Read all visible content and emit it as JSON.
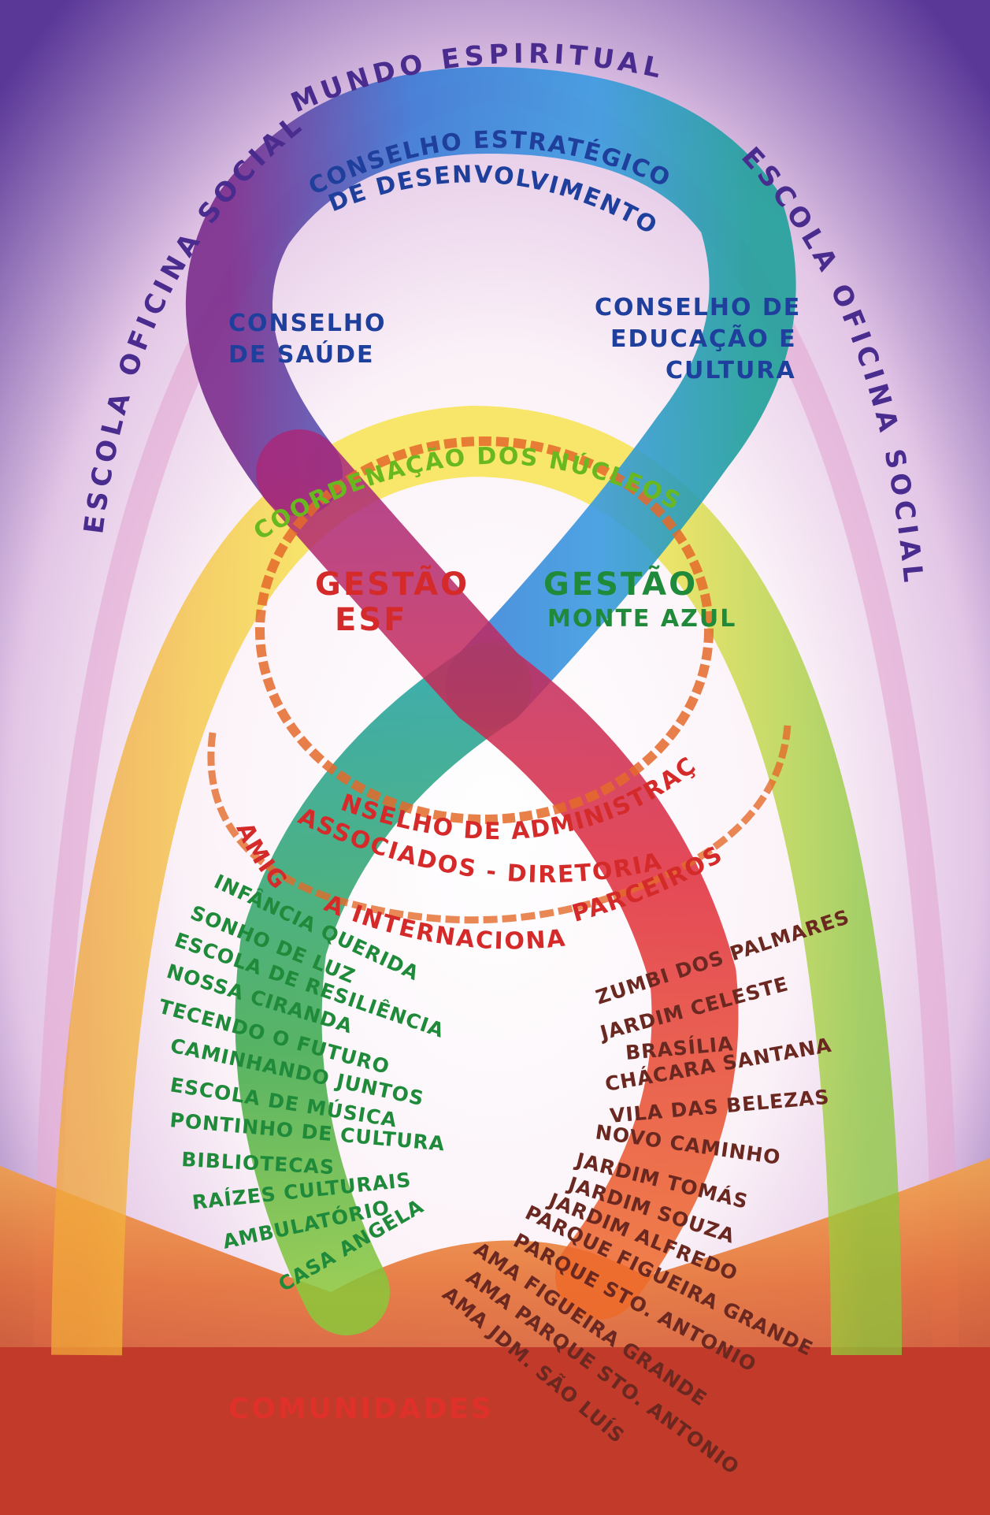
{
  "colors": {
    "spiritual": "#4a2c8f",
    "blue": "#2a6fc9",
    "navy": "#1f3f9c",
    "yellow_band": "#f2df3a",
    "green_text": "#1f8a3a",
    "teal": "#1f9c9a",
    "red_text": "#d42a2a",
    "magenta": "#a8287a",
    "orange": "#ee8a2a",
    "brown_text": "#6a2820",
    "community": "#c23a2a"
  },
  "labels": {
    "mundo_espiritual": "MUNDO ESPIRITUAL",
    "escola_left": "ESCOLA OFICINA SOCIAL",
    "escola_right": "ESCOLA OFICINA SOCIAL",
    "conselho_estrategico_1": "CONSELHO ESTRATÉGICO",
    "conselho_estrategico_2": "DE DESENVOLVIMENTO",
    "conselho_saude_1": "CONSELHO",
    "conselho_saude_2": "DE SAÚDE",
    "conselho_educacao_1": "CONSELHO DE",
    "conselho_educacao_2": "EDUCAÇÃO E",
    "conselho_educacao_3": "CULTURA",
    "coordenacao": "COORDENAÇÃO DOS NÚCLEOS",
    "gestao_esf_1": "GESTÃO",
    "gestao_esf_2": "ESF",
    "gestao_monte_1": "GESTÃO",
    "gestao_monte_2": "MONTE AZUL",
    "conselho_administracao": "CONSELHO DE ADMINISTRAÇÃO",
    "associados": "ASSOCIADOS - DIRETORIA",
    "amigos": "AMIGOS",
    "ma_internacional": "MA INTERNACIONAL",
    "parceiros": "PARCEIROS",
    "comunidades": "COMUNIDADES"
  },
  "left_list": [
    "INFÂNCIA QUERIDA",
    "SONHO DE LUZ",
    "ESCOLA DE RESILIÊNCIA",
    "NOSSA CIRANDA",
    "TECENDO O FUTURO",
    "CAMINHANDO JUNTOS",
    "ESCOLA DE MÚSICA",
    "PONTINHO DE CULTURA",
    "BIBLIOTECAS",
    "RAÍZES CULTURAIS",
    "AMBULATÓRIO",
    "CASA ANGELA"
  ],
  "right_list": [
    "ZUMBI DOS PALMARES",
    "JARDIM CELESTE",
    "BRASÍLIA",
    "CHÁCARA SANTANA",
    "VILA DAS BELEZAS",
    "NOVO CAMINHO",
    "JARDIM TOMÁS",
    "JARDIM SOUZA",
    "JARDIM ALFREDO",
    "PARQUE FIGUEIRA GRANDE",
    "PARQUE STO. ANTONIO",
    "AMA FIGUEIRA GRANDE",
    "AMA PARQUE STO. ANTONIO",
    "AMA JDM. SÃO LUÍS"
  ]
}
